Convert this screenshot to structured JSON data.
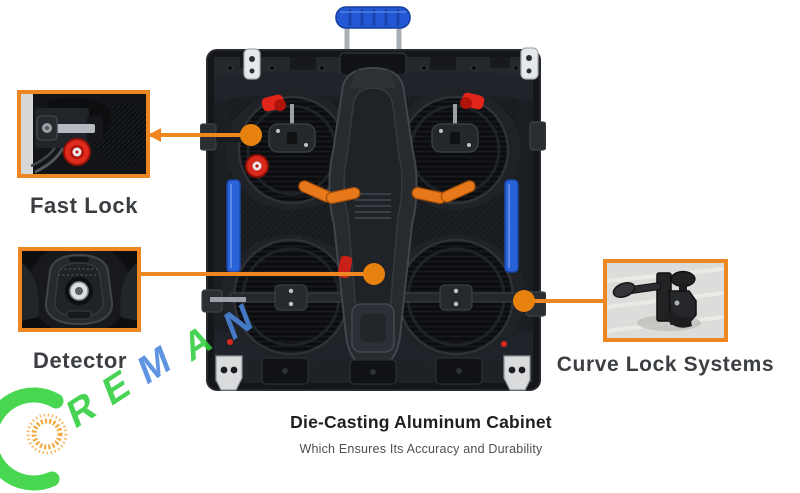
{
  "product": {
    "caption_title": "Die-Casting Aluminum Cabinet",
    "caption_subtitle": "Which Ensures Its Accuracy and Durability"
  },
  "callouts": {
    "fast_lock": {
      "label": "Fast Lock"
    },
    "detector": {
      "label": "Detector"
    },
    "curve_lock": {
      "label": "Curve Lock Systems"
    }
  },
  "watermark": {
    "letters": [
      "R",
      "E",
      "M",
      "A",
      "N"
    ],
    "letter_colors": [
      "#2fce3e",
      "#2fce3e",
      "#4a86dd",
      "#2fce3e",
      "#4a86dd"
    ],
    "crescent_color": "#39d342",
    "sun_color": "#f2a83e"
  },
  "colors": {
    "accent_orange": "#ee8722",
    "connector_dot_orange": "#e8820f",
    "handle_blue": "#2a62d8",
    "clip_orange": "#e8791a",
    "lock_red": "#df2b1e",
    "label_gray": "#3b3e42",
    "cabinet_dark": "#17191c"
  }
}
